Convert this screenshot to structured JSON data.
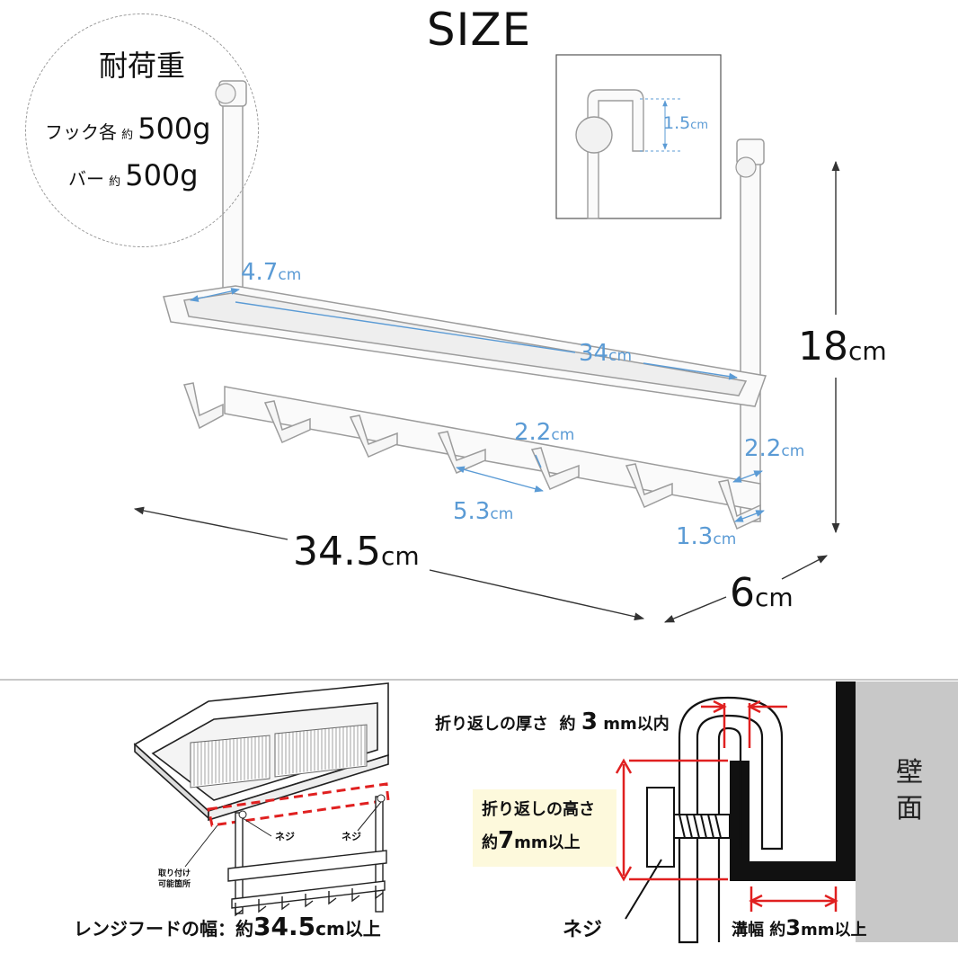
{
  "title": "SIZE",
  "load": {
    "heading": "耐荷重",
    "rows": [
      {
        "label": "フック各",
        "approx": "約",
        "value": "500g"
      },
      {
        "label": "バー",
        "approx": "約",
        "value": "500g"
      }
    ]
  },
  "dims": {
    "width": {
      "value": "34.5",
      "unit": "cm"
    },
    "height": {
      "value": "18",
      "unit": "cm"
    },
    "depth": {
      "value": "6",
      "unit": "cm"
    },
    "bar_depth": {
      "value": "4.7",
      "unit": "cm"
    },
    "bar_length": {
      "value": "34",
      "unit": "cm"
    },
    "hook_gap": {
      "value": "2.2",
      "unit": "cm"
    },
    "hook_pitch": {
      "value": "5.3",
      "unit": "cm"
    },
    "hook_height": {
      "value": "2.2",
      "unit": "cm"
    },
    "hook_depth": {
      "value": "1.3",
      "unit": "cm"
    },
    "clip_gap": {
      "value": "1.5",
      "unit": "cm"
    }
  },
  "install": {
    "hood_width_label": "レンジフードの幅：約",
    "hood_width_value": "34.5",
    "hood_width_unit": "cm以上",
    "screw_left": "ネジ",
    "screw_right": "ネジ",
    "mount_line1": "取り付け",
    "mount_line2": "可能箇所"
  },
  "cross_section": {
    "thickness_label": "折り返しの厚さ",
    "thickness_approx": "約",
    "thickness_value": "3",
    "thickness_unit": "mm以内",
    "height_label": "折り返しの高さ",
    "height_approx": "約",
    "height_value": "7",
    "height_unit": "mm以上",
    "screw_label": "ネジ",
    "groove_label": "溝幅",
    "groove_approx": "約",
    "groove_value": "3",
    "groove_unit": "mm以上",
    "wall_label_1": "壁",
    "wall_label_2": "面"
  },
  "colors": {
    "dim_blue": "#5b9bd5",
    "red": "#e02020",
    "note_bg": "#fdf9dc",
    "wall_gray": "#c8c8c8"
  }
}
